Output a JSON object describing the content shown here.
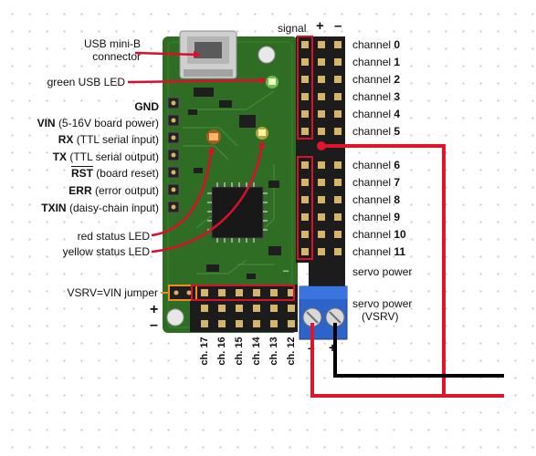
{
  "colors": {
    "pcb": "#2f6d25",
    "pcb_dark": "#234f1b",
    "header": "#1a1a1a",
    "wire_red": "#e0142a",
    "wire_black": "#000000",
    "outline_red": "#d8102a",
    "outline_orange": "#f08a1e",
    "terminal_blue": "#2e64c9",
    "dot_grid": "#c9c9c9"
  },
  "header_top": {
    "signal": "signal",
    "plus": "+",
    "minus": "–"
  },
  "left_labels": {
    "usb_connector_1": "USB mini-B",
    "usb_connector_2": "connector",
    "green_led": "green USB LED",
    "gnd": "GND",
    "vin_name": "VIN",
    "vin_desc": "(5-16V board power)",
    "rx_name": "RX",
    "rx_desc": "(TTL serial input)",
    "tx_name": "TX",
    "tx_desc": "(TTL serial output)",
    "rst_name": "RST",
    "rst_desc": "(board reset)",
    "err_name": "ERR",
    "err_desc": "(error output)",
    "txin_name": "TXIN",
    "txin_desc": "(daisy-chain input)",
    "red_led": "red status LED",
    "yellow_led": "yellow status LED",
    "vsrv_jumper": "VSRV=VIN jumper",
    "plus": "+",
    "minus": "–"
  },
  "channels_right": [
    {
      "prefix": "channel ",
      "num": "0"
    },
    {
      "prefix": "channel ",
      "num": "1"
    },
    {
      "prefix": "channel ",
      "num": "2"
    },
    {
      "prefix": "channel ",
      "num": "3"
    },
    {
      "prefix": "channel ",
      "num": "4"
    },
    {
      "prefix": "channel ",
      "num": "5"
    },
    {
      "prefix": "channel ",
      "num": "6"
    },
    {
      "prefix": "channel ",
      "num": "7"
    },
    {
      "prefix": "channel ",
      "num": "8"
    },
    {
      "prefix": "channel ",
      "num": "9"
    },
    {
      "prefix": "channel ",
      "num": "10"
    },
    {
      "prefix": "channel ",
      "num": "11"
    }
  ],
  "servo_power": "servo power",
  "servo_power_vsrv_1": "servo power",
  "servo_power_vsrv_2": "(VSRV)",
  "terminal_polarity": {
    "minus": "–",
    "plus": "+"
  },
  "board_marks": {
    "minus": "–",
    "plus": "+"
  },
  "bottom_channels": [
    "ch. 17",
    "ch. 16",
    "ch. 15",
    "ch. 14",
    "ch. 13",
    "ch. 12"
  ]
}
